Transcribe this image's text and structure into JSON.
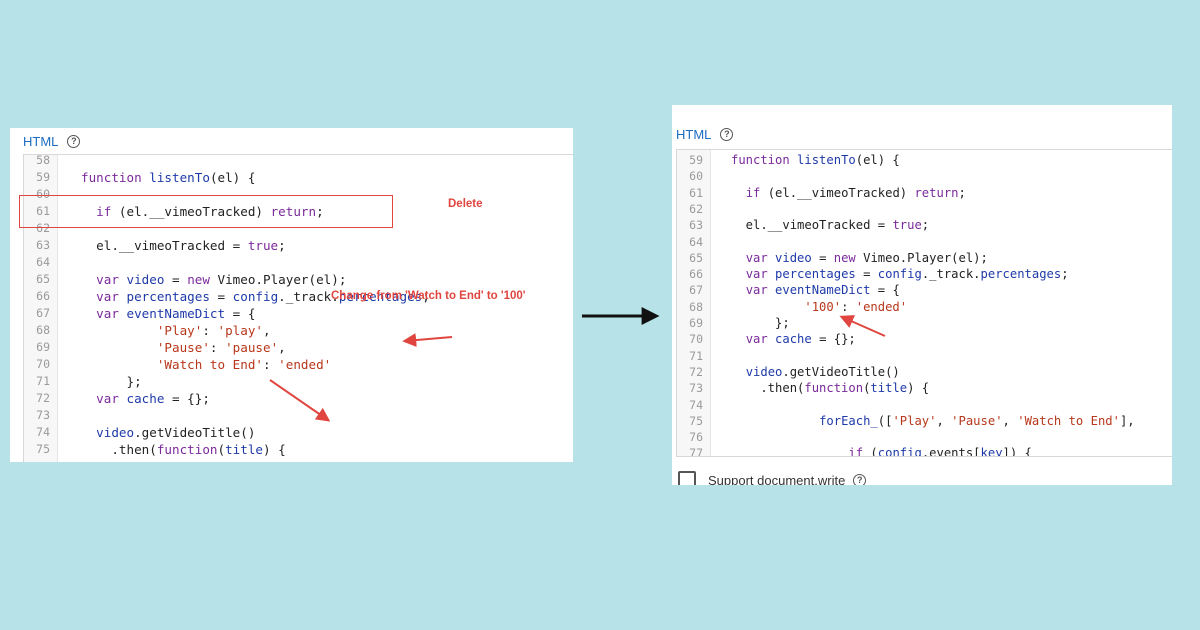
{
  "left_panel": {
    "header_label": "HTML",
    "help_icon": "question-circle-icon",
    "code": [
      {
        "ln": "58",
        "code": ""
      },
      {
        "ln": "59",
        "code": "function listenTo(el) {",
        "indent": 0
      },
      {
        "ln": "60",
        "code": ""
      },
      {
        "ln": "61",
        "code": "  if (el.__vimeoTracked) return;"
      },
      {
        "ln": "62",
        "code": ""
      },
      {
        "ln": "63",
        "code": "  el.__vimeoTracked = true;"
      },
      {
        "ln": "64",
        "code": ""
      },
      {
        "ln": "65",
        "code": "  var video = new Vimeo.Player(el);"
      },
      {
        "ln": "66",
        "code": "  var percentages = config._track.percentages;"
      },
      {
        "ln": "67",
        "code": "  var eventNameDict = {"
      },
      {
        "ln": "68",
        "code": "          'Play': 'play',"
      },
      {
        "ln": "69",
        "code": "          'Pause': 'pause',"
      },
      {
        "ln": "70",
        "code": "          'Watch to End': 'ended'"
      },
      {
        "ln": "71",
        "code": "      };"
      },
      {
        "ln": "72",
        "code": "  var cache = {};"
      },
      {
        "ln": "73",
        "code": ""
      },
      {
        "ln": "74",
        "code": "  video.getVideoTitle()"
      },
      {
        "ln": "75",
        "code": "    .then(function(title) {"
      }
    ]
  },
  "right_panel": {
    "header_label": "HTML",
    "help_icon": "question-circle-icon",
    "code": [
      {
        "ln": "59",
        "code": "function listenTo(el) {"
      },
      {
        "ln": "60",
        "code": ""
      },
      {
        "ln": "61",
        "code": "  if (el.__vimeoTracked) return;"
      },
      {
        "ln": "62",
        "code": ""
      },
      {
        "ln": "63",
        "code": "  el.__vimeoTracked = true;"
      },
      {
        "ln": "64",
        "code": ""
      },
      {
        "ln": "65",
        "code": "  var video = new Vimeo.Player(el);"
      },
      {
        "ln": "66",
        "code": "  var percentages = config._track.percentages;"
      },
      {
        "ln": "67",
        "code": "  var eventNameDict = {"
      },
      {
        "ln": "68",
        "code": "          '100': 'ended'"
      },
      {
        "ln": "69",
        "code": "      };"
      },
      {
        "ln": "70",
        "code": "  var cache = {};"
      },
      {
        "ln": "71",
        "code": ""
      },
      {
        "ln": "72",
        "code": "  video.getVideoTitle()"
      },
      {
        "ln": "73",
        "code": "    .then(function(title) {"
      },
      {
        "ln": "74",
        "code": ""
      },
      {
        "ln": "75",
        "code": "            forEach_(['Play', 'Pause', 'Watch to End'],"
      },
      {
        "ln": "76",
        "code": ""
      },
      {
        "ln": "77",
        "code": "                if (config.events[key]) {"
      }
    ],
    "support_label": "Support document.write"
  },
  "annotations": {
    "delete_label": "Delete",
    "change_label": "Change from 'Watch to End' to '100'"
  },
  "colors": {
    "background": "#b7e2e8",
    "annotation": "#e0463f",
    "keyword": "#7b2a9b",
    "string": "#b8371b",
    "link": "#1a6dc2"
  }
}
